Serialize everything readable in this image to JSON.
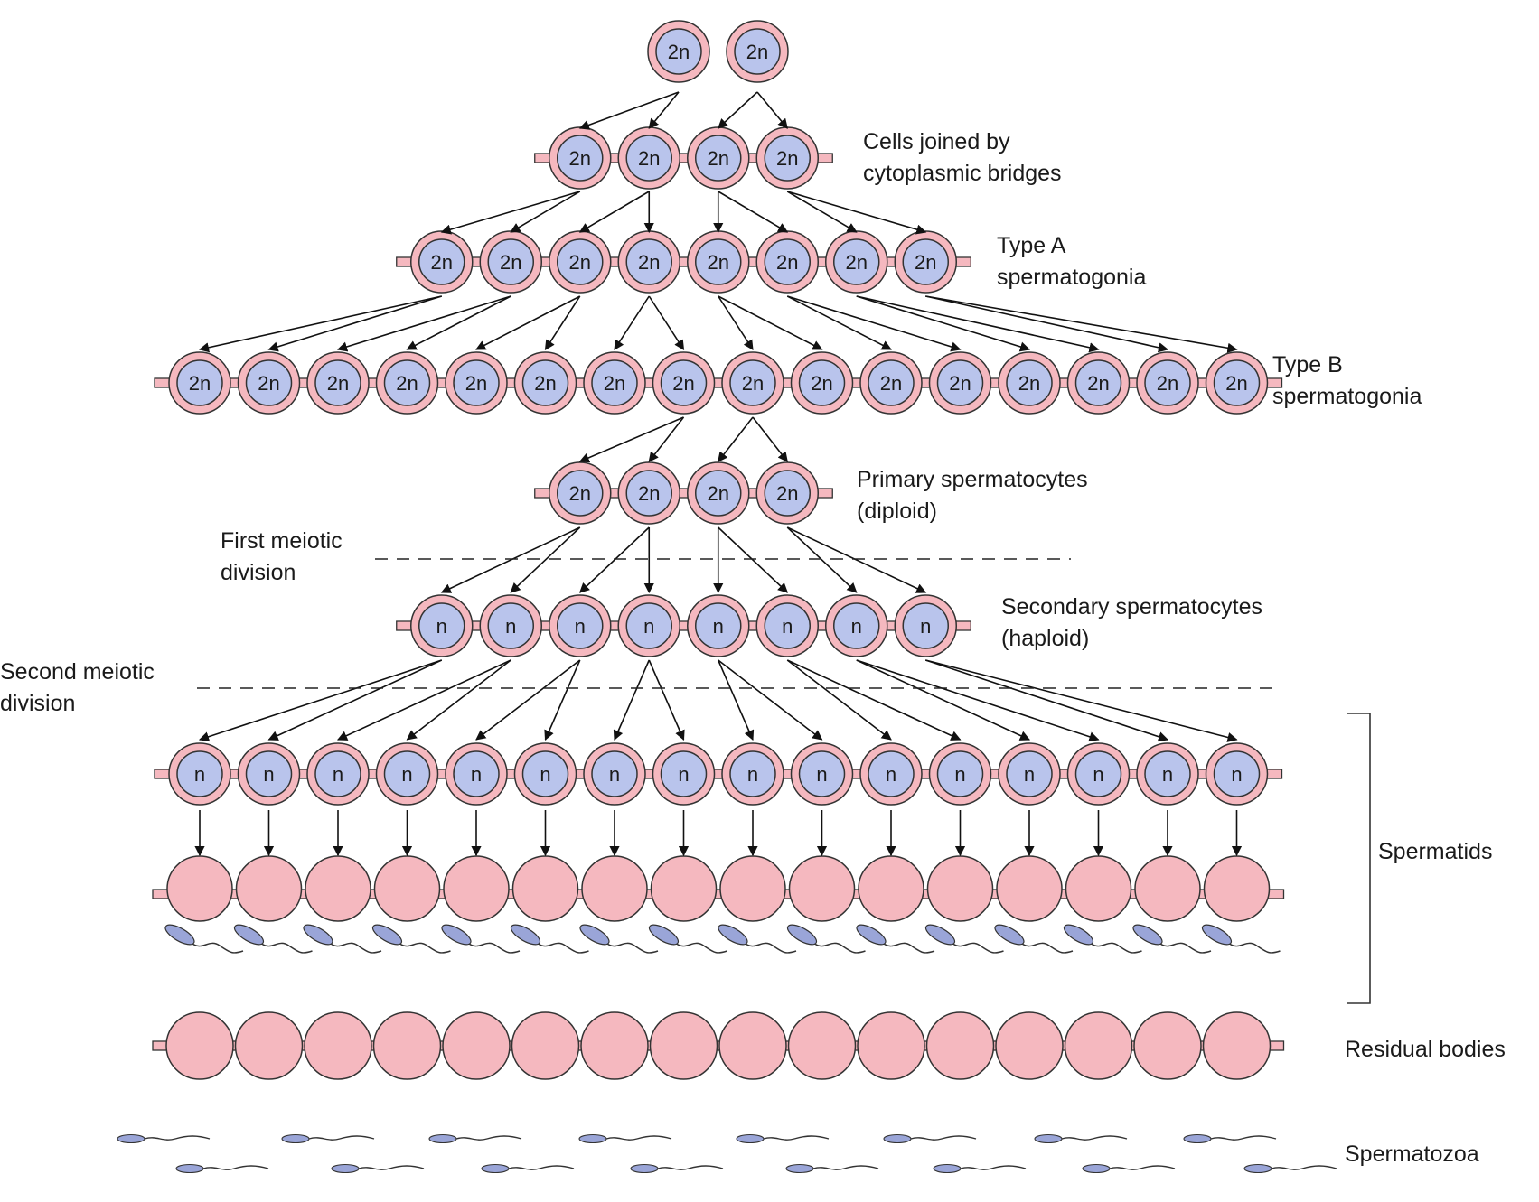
{
  "colors": {
    "cell_fill": "#f5b8bf",
    "nucleus_fill": "#b9c4ec",
    "outline": "#333333",
    "sperm_head": "#9aa5d8",
    "background": "#ffffff"
  },
  "rows": [
    {
      "id": "stem",
      "count": 2,
      "ploidy": "2n",
      "joined": false
    },
    {
      "id": "joined",
      "count": 4,
      "ploidy": "2n",
      "joined": true
    },
    {
      "id": "type-a",
      "count": 8,
      "ploidy": "2n",
      "joined": true
    },
    {
      "id": "type-b",
      "count": 16,
      "ploidy": "2n",
      "joined": true
    },
    {
      "id": "primary",
      "count": 4,
      "ploidy": "2n",
      "joined": true
    },
    {
      "id": "secondary",
      "count": 8,
      "ploidy": "n",
      "joined": true
    },
    {
      "id": "spermatid-round",
      "count": 16,
      "ploidy": "n",
      "joined": true
    },
    {
      "id": "spermatid-elongating",
      "count": 16,
      "ploidy": "",
      "joined": true
    },
    {
      "id": "residual",
      "count": 16,
      "ploidy": "",
      "joined": true
    },
    {
      "id": "spermatozoa",
      "count": 16,
      "ploidy": "",
      "joined": false
    }
  ],
  "labels": {
    "joined": [
      "Cells joined by",
      "cytoplasmic bridges"
    ],
    "type_a": [
      "Type A",
      "spermatogonia"
    ],
    "type_b": [
      "Type B",
      "spermatogonia"
    ],
    "primary": [
      "Primary spermatocytes",
      "(diploid)"
    ],
    "first_meiotic": [
      "First meiotic",
      "division"
    ],
    "secondary": [
      "Secondary spermatocytes",
      "(haploid)"
    ],
    "second_meiotic": [
      "Second meiotic",
      "division"
    ],
    "spermatids": "Spermatids",
    "residual": "Residual bodies",
    "spermatozoa": "Spermatozoa"
  }
}
